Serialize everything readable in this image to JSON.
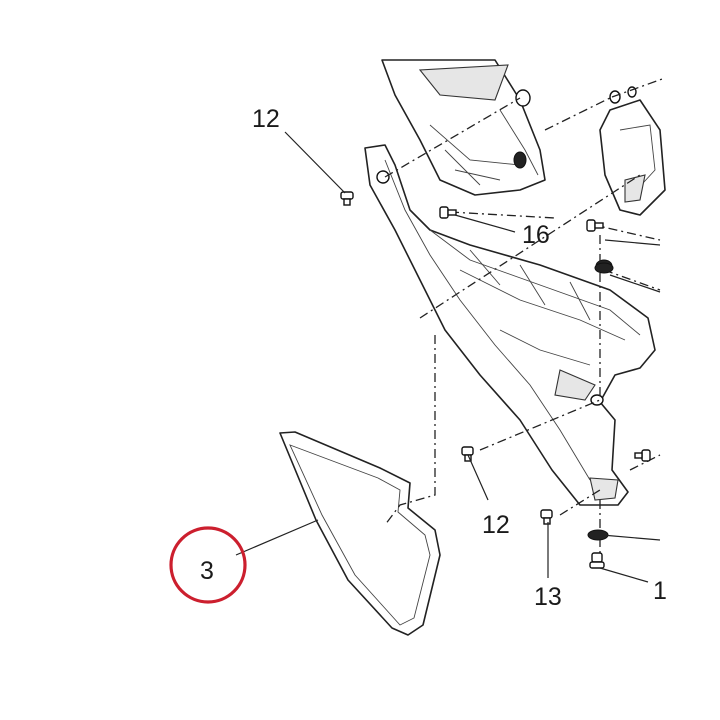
{
  "callouts": {
    "part_3": "3",
    "screw_12_top": "12",
    "screw_16": "16",
    "screw_12_bottom": "12",
    "screw_13": "13",
    "cut_right": "1"
  },
  "highlight": {
    "target": "3",
    "color": "#cc1f2e"
  }
}
